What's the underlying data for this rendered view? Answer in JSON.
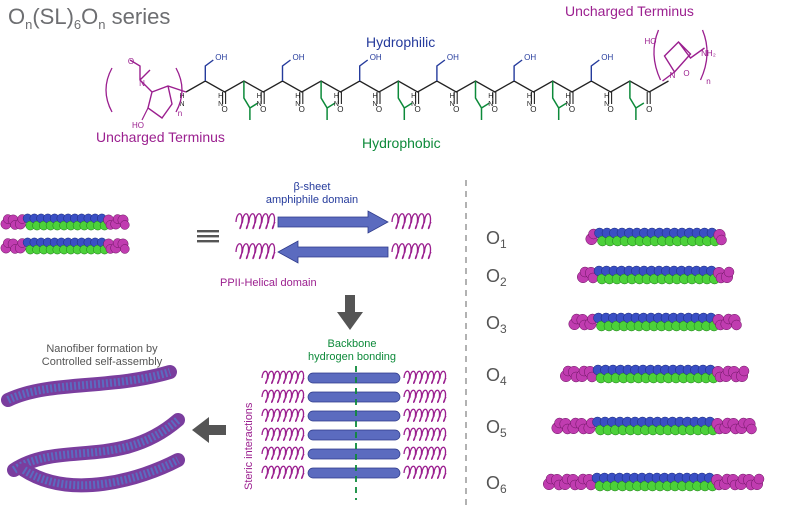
{
  "title": {
    "main": "O",
    "sub1": "n",
    "mid": "(SL)",
    "sub2": "6",
    "main2": "O",
    "sub3": "n",
    "tail": " series"
  },
  "labels": {
    "uncharged_terminus_right": "Uncharged Terminus",
    "uncharged_terminus_left": "Uncharged Terminus",
    "hydrophilic": "Hydrophilic",
    "hydrophobic": "Hydrophobic",
    "beta_sheet_line1": "β-sheet",
    "beta_sheet_line2": "amphiphile domain",
    "ppii": "PPII-Helical domain",
    "backbone_line1": "Backbone",
    "backbone_line2": "hydrogen bonding",
    "nanofiber_line1": "Nanofiber formation by",
    "nanofiber_line2": "Controlled self-assembly",
    "steric": "Steric interactions"
  },
  "chem": {
    "oh": "OH",
    "o": "O",
    "nh": "NH",
    "n_label": "N",
    "h": "H",
    "nh2": "NH₂",
    "ho": "HO",
    "n": "n"
  },
  "series": [
    {
      "base": "O",
      "sub": "1",
      "count": 1
    },
    {
      "base": "O",
      "sub": "2",
      "count": 2
    },
    {
      "base": "O",
      "sub": "3",
      "count": 3
    },
    {
      "base": "O",
      "sub": "4",
      "count": 4
    },
    {
      "base": "O",
      "sub": "5",
      "count": 5
    },
    {
      "base": "O",
      "sub": "6",
      "count": 6
    }
  ],
  "colors": {
    "purple": "#9b1f8f",
    "blue": "#253b9c",
    "green": "#0d8a3a",
    "grey": "#6d6e71",
    "magenta": "#c03cb0",
    "sphereBlue": "#3a4fc4",
    "sphereGreen": "#4cd13a",
    "bar": "#5b6bbf"
  }
}
